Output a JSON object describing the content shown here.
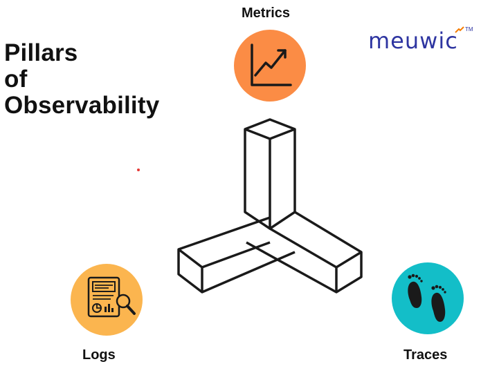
{
  "title": {
    "line1": "Pillars",
    "line2": "of",
    "line3": "Observability"
  },
  "brand": {
    "name": "meuwic",
    "trademark": "TM"
  },
  "pillars": {
    "metrics": {
      "label": "Metrics",
      "color": "#fb8c45",
      "icon": "trend-chart-icon"
    },
    "logs": {
      "label": "Logs",
      "color": "#fbb54f",
      "icon": "report-magnifier-icon"
    },
    "traces": {
      "label": "Traces",
      "color": "#13bec8",
      "icon": "footprints-icon"
    }
  }
}
